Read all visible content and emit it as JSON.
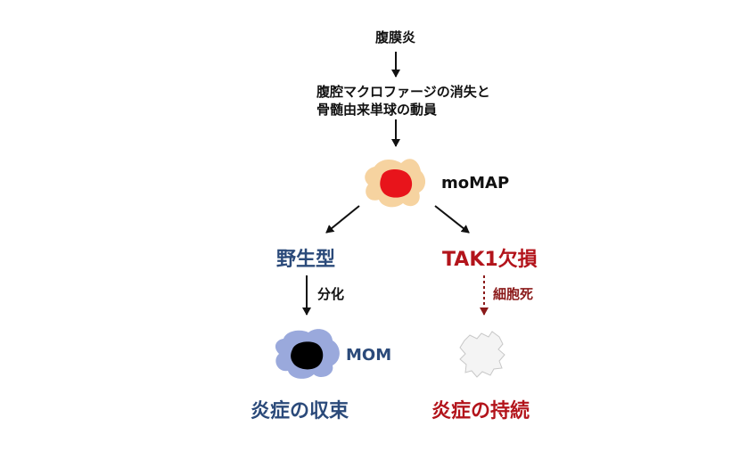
{
  "nodes": {
    "peritonitis": "腹膜炎",
    "mobilization_line1": "腹腔マクロファージの消失と",
    "mobilization_line2": "骨髄由来単球の動員",
    "momap": "moMAP",
    "wild_type": "野生型",
    "tak1_deficient": "TAK1欠損",
    "mom": "MOM",
    "resolution": "炎症の収束",
    "persistence": "炎症の持続"
  },
  "edges": {
    "differentiation": "分化",
    "cell_death": "細胞死"
  },
  "colors": {
    "wild_type_text": "#2b4a7a",
    "tak1_text": "#b3141b",
    "momap_cell": "#f6d3a0",
    "momap_nucleus": "#e8141b",
    "mom_cell": "#9aa9dc",
    "mom_nucleus": "#000000",
    "dead_cell": "#f4f4f4",
    "dead_arrow": "#8b1a1a"
  }
}
